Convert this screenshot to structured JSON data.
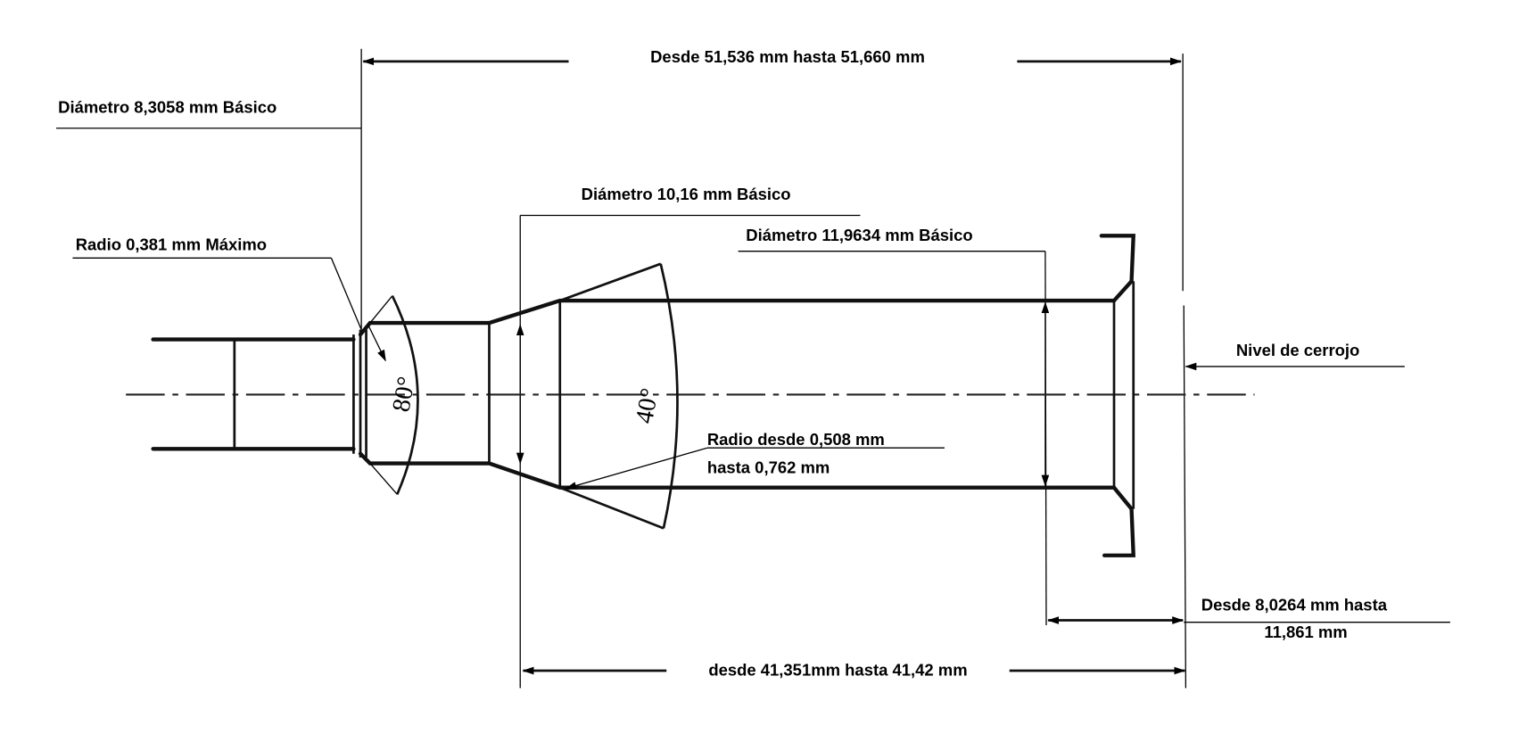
{
  "dimensions": {
    "overall_length": "Desde 51,536 mm hasta 51,660 mm",
    "neck_diameter": "Diámetro 8,3058 mm Básico",
    "shoulder_diameter": "Diámetro 10,16 mm Básico",
    "body_diameter": "Diámetro 11,9634 mm Básico",
    "mouth_radius": "Radio 0,381 mm Máximo",
    "shoulder_radius_line1": "Radio desde 0,508 mm",
    "shoulder_radius_line2": "hasta 0,762 mm",
    "bolt_level": "Nivel de cerrojo",
    "headspace_line1": "Desde 8,0264 mm hasta",
    "headspace_line2": "11,861 mm",
    "body_length": "desde 41,351mm hasta 41,42 mm"
  },
  "angles": {
    "neck_angle": "80°",
    "shoulder_angle": "40°"
  }
}
